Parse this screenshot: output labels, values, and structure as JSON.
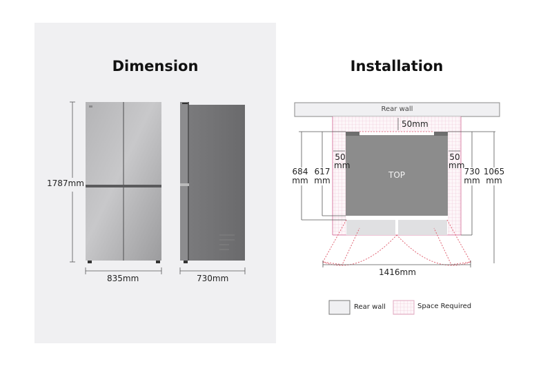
{
  "dimension": {
    "title": "Dimension",
    "height_label": "1787mm",
    "width_label": "835mm",
    "depth_label": "730mm"
  },
  "installation": {
    "title": "Installation",
    "rear_wall_label": "Rear wall",
    "top_label": "TOP",
    "rear_gap_label": "50mm",
    "left_gap_value": "50",
    "left_gap_unit": "mm",
    "right_gap_value": "50",
    "right_gap_unit": "mm",
    "depth_684_value": "684",
    "depth_684_unit": "mm",
    "depth_617_value": "617",
    "depth_617_unit": "mm",
    "depth_730_value": "730",
    "depth_730_unit": "mm",
    "depth_1065_value": "1065",
    "depth_1065_unit": "mm",
    "door_open_width_label": "1416mm"
  },
  "legend": {
    "items": [
      {
        "label": "Rear wall",
        "swatch": "rear-wall"
      },
      {
        "label": "Space Required",
        "swatch": "grid-pink"
      }
    ]
  },
  "colors": {
    "panel_bg": "#f0f0f2",
    "fridge_body": "#8a8a8c",
    "top_view": "#8c8c8c",
    "space_grid": "#e8b8cc",
    "space_border": "#d06090",
    "dashed_swing": "#e06070"
  }
}
